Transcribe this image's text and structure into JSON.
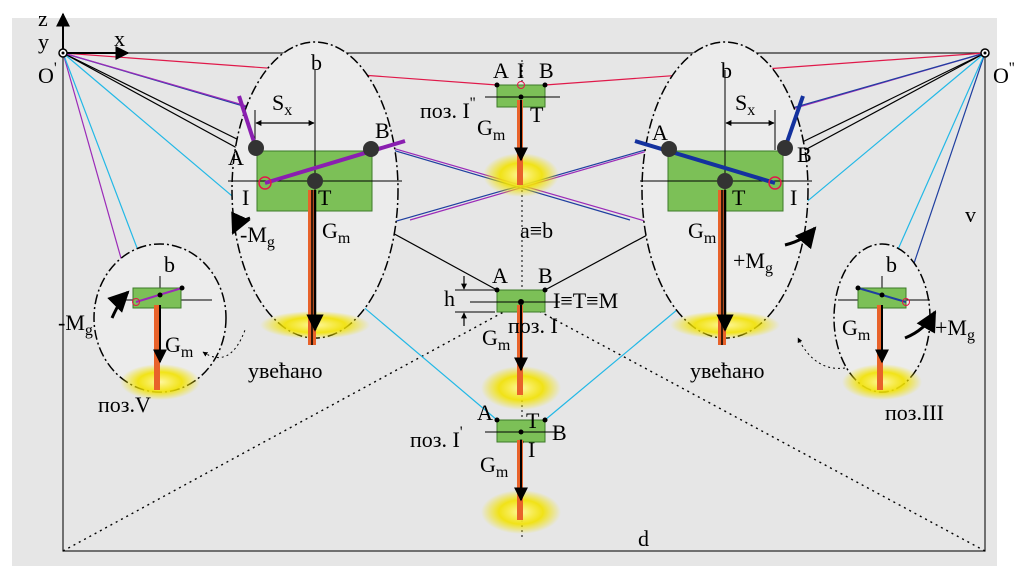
{
  "colors": {
    "background": "#e6e6e6",
    "block_fill": "#7cc057",
    "block_stroke": "#3d7a28",
    "ellipse_fill": "#ececec",
    "rod": "#e8622a",
    "flame": "#f2e200",
    "red_lines": "#e0194a",
    "purple_lines": "#9b2ab8",
    "blue_lines": "#1f3fa0",
    "cyan_lines": "#22b8e6",
    "black_lines": "#000000",
    "purple_bar": "#8a1fb0",
    "blue_bar": "#14329e"
  },
  "axes": {
    "z": "z",
    "y": "y",
    "x": "x"
  },
  "origins": {
    "left": "O",
    "left_sup": "'",
    "right": "O",
    "right_sup": "''"
  },
  "dimensions": {
    "d": "d",
    "v": "v",
    "h": "h",
    "a_eq_b": "a≡b"
  },
  "points": {
    "A": "A",
    "B": "B",
    "I": "I",
    "T": "T",
    "b": "b",
    "ITM": "I≡T≡M"
  },
  "symbols": {
    "G": "G",
    "G_sub": "m",
    "S": "S",
    "S_sub": "x",
    "M_neg": "-M",
    "M_pos": "+M",
    "M_sub": "g"
  },
  "positions": {
    "poz_I": "поз. I",
    "poz_I_top": "поз. I",
    "poz_I_top_sup": "''",
    "poz_I_bottom": "поз. I",
    "poz_I_bottom_sup": "'",
    "poz_V": "поз.V",
    "poz_III": "поз.III"
  },
  "captions": {
    "enlarged": "увећано"
  }
}
